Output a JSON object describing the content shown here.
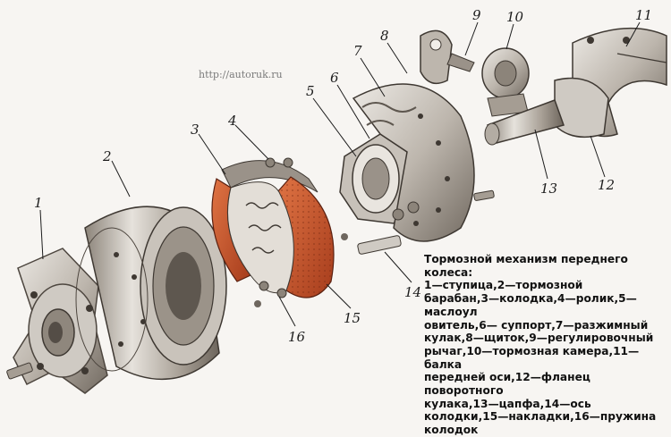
{
  "watermark": "http://autoruk.ru",
  "labels": {
    "n1": "1",
    "n2": "2",
    "n3": "3",
    "n4": "4",
    "n5": "5",
    "n6": "6",
    "n7": "7",
    "n8": "8",
    "n9": "9",
    "n10": "10",
    "n11": "11",
    "n12": "12",
    "n13": "13",
    "n14": "14",
    "n15": "15",
    "n16": "16"
  },
  "caption": {
    "lines": [
      "Тормозной механизм переднего колеса:",
      "1—ступица,2—тормозной",
      "барабан,3—колодка,4—ролик,5—маслоул",
      "овитель,6— суппорт,7—разжимный",
      "кулак,8—щиток,9—регулировочный",
      "рычаг,10—тормозная камера,11—балка",
      "передней оси,12—фланец поворотного",
      "кулака,13—цапфа,14—ось",
      "колодки,15—накладки,16—пружина",
      "колодок"
    ]
  },
  "colors": {
    "metal_light": "#d9d5cf",
    "metal_mid": "#b3aca3",
    "metal_dark": "#6e665e",
    "lining": "#c4552a",
    "ink": "#1c1c1c"
  }
}
